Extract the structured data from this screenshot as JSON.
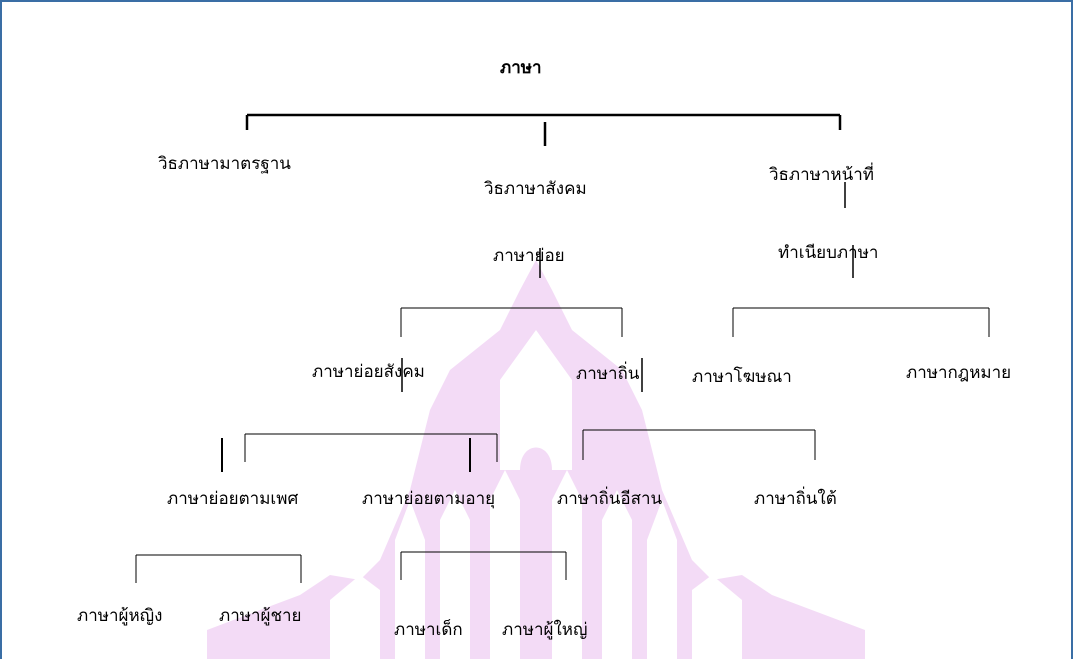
{
  "colors": {
    "frame": "#3a6ea5",
    "watermark": "#f3dbf6",
    "line": "#000000",
    "text": "#000000"
  },
  "diagram": {
    "root": "ภาษา",
    "level1": {
      "standard": "วิธภาษามาตรฐาน",
      "social": "วิธภาษาสังคม",
      "function": "วิธภาษาหน้าที่"
    },
    "social_sub": "ภาษาย่อย",
    "function_sub": "ทำเนียบภาษา",
    "level3": {
      "social_dialect": "ภาษาย่อยสังคม",
      "regional_dialect": "ภาษาถิ่น",
      "advertising": "ภาษาโฆษณา",
      "legal": "ภาษากฎหมาย"
    },
    "level4": {
      "by_gender": "ภาษาย่อยตามเพศ",
      "by_age": "ภาษาย่อยตามอายุ",
      "isan": "ภาษาถิ่นอีสาน",
      "southern": "ภาษาถิ่นใต้"
    },
    "level5": {
      "female": "ภาษาผู้หญิง",
      "male": "ภาษาผู้ชาย",
      "child": "ภาษาเด็ก",
      "adult": "ภาษาผู้ใหญ่"
    }
  }
}
